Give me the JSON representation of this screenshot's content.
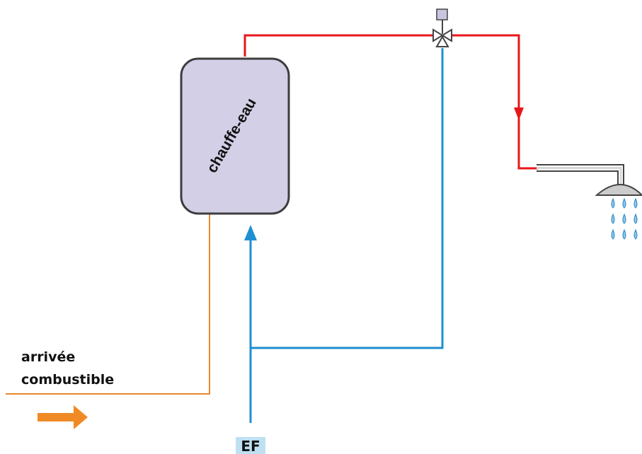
{
  "labels": {
    "heater": "chauffe-eau",
    "fuel_line1": "arrivée",
    "fuel_line2": "combustible",
    "cold_water": "EF"
  },
  "colors": {
    "hot_water": "#e8161b",
    "cold_water": "#1e8fd2",
    "fuel": "#e8892d",
    "tank_fill": "#d3cfe6",
    "tank_stroke": "#3d3d3d",
    "ef_badge": "#bfe0f2",
    "valve_actuator": "#c9c5de"
  },
  "icons": [
    "three-way-valve-icon",
    "shower-head-icon",
    "flow-arrow-icon",
    "water-drop-icon"
  ]
}
